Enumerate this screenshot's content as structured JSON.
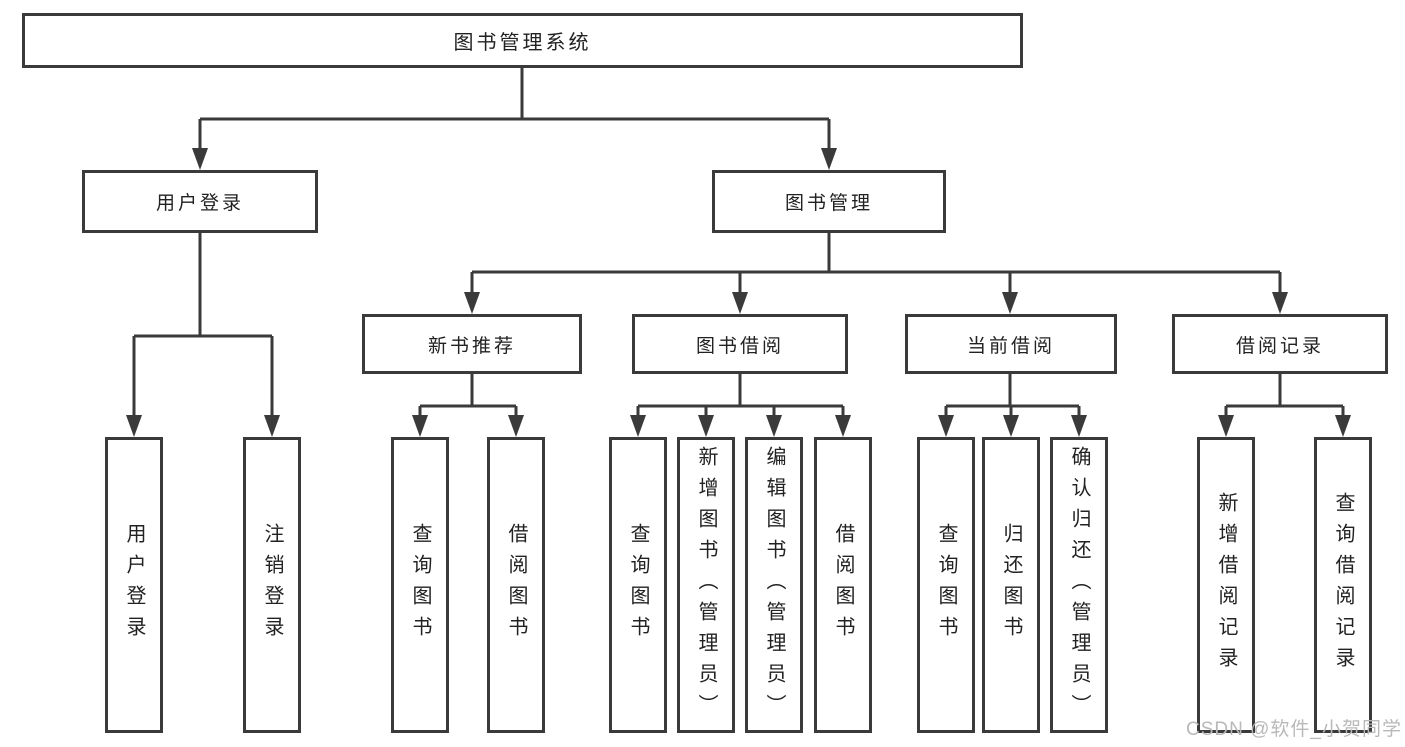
{
  "diagram_title": "图书管理系统",
  "tree": {
    "root": "图书管理系统",
    "children": [
      {
        "label": "用户登录",
        "children": [
          "用户登录",
          "注销登录"
        ]
      },
      {
        "label": "图书管理",
        "children": [
          {
            "label": "新书推荐",
            "children": [
              "查询图书",
              "借阅图书"
            ]
          },
          {
            "label": "图书借阅",
            "children": [
              "查询图书",
              "新增图书（管理员）",
              "编辑图书（管理员）",
              "借阅图书"
            ]
          },
          {
            "label": "当前借阅",
            "children": [
              "查询图书",
              "归还图书",
              "确认归还（管理员）"
            ]
          },
          {
            "label": "借阅记录",
            "children": [
              "新增借阅记录",
              "查询借阅记录"
            ]
          }
        ]
      }
    ]
  },
  "watermark": {
    "text": "CSDN @软件_小贺同学"
  },
  "colors": {
    "line": "#3a3a3a",
    "box_border": "#3a3a3a",
    "text": "#222222",
    "watermark": "#b9b9b9",
    "background": "#ffffff"
  }
}
